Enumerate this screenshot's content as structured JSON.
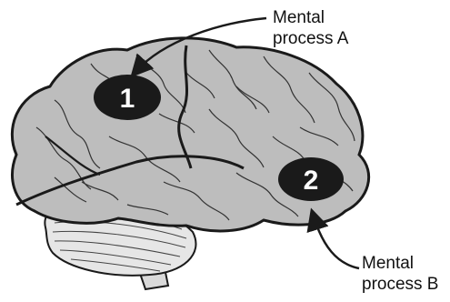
{
  "labels": {
    "a_line1": "Mental",
    "a_line2": "process A",
    "b_line1": "Mental",
    "b_line2": "process B"
  },
  "markers": {
    "one": "1",
    "two": "2"
  },
  "colors": {
    "brain_fill": "#bdbdbd",
    "cerebellum_fill": "#e6e6e6",
    "outline": "#1a1a1a",
    "marker_fill": "#1a1a1a",
    "marker_text": "#ffffff"
  }
}
